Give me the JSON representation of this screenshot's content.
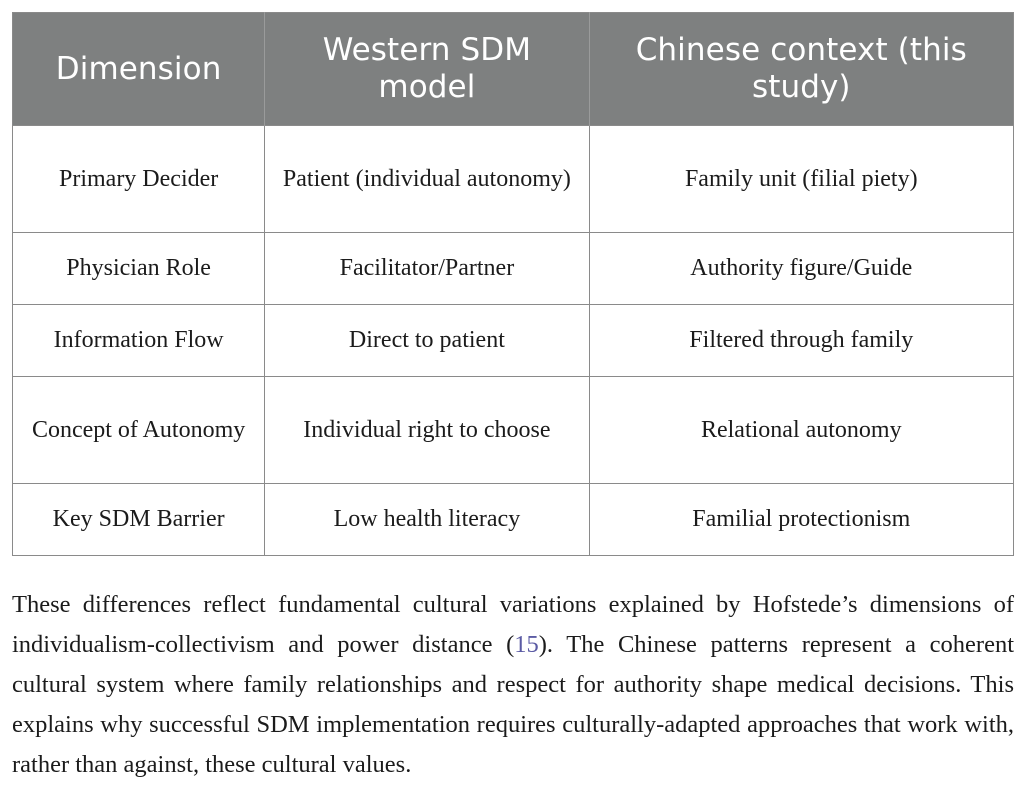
{
  "table": {
    "name": "western-vs-chinese-sdm-comparison",
    "columns": [
      {
        "key": "dimension",
        "label": "Dimension"
      },
      {
        "key": "western",
        "label": "Western SDM model"
      },
      {
        "key": "chinese",
        "label": "Chinese context (this study)"
      }
    ],
    "header_bg": "#7e8080",
    "header_fg": "#ffffff",
    "border_color": "#8a8a8a",
    "rows": [
      {
        "dimension": "Primary Decider",
        "western": "Patient (individual autonomy)",
        "chinese": "Family unit (filial piety)"
      },
      {
        "dimension": "Physician Role",
        "western": "Facilitator/Partner",
        "chinese": "Authority figure/Guide"
      },
      {
        "dimension": "Information Flow",
        "western": "Direct to patient",
        "chinese": "Filtered through family"
      },
      {
        "dimension": "Concept of Autonomy",
        "western": "Individual right to choose",
        "chinese": "Relational autonomy"
      },
      {
        "dimension": "Key SDM Barrier",
        "western": "Low health literacy",
        "chinese": "Familial protectionism"
      }
    ]
  },
  "paragraph": {
    "part1": "These differences reflect fundamental cultural variations explained by Hofstede’s dimensions of individualism-collectivism and power distance (",
    "citation": "15",
    "part2": "). The Chinese patterns represent a coherent cultural system where family relationships and respect for authority shape medical decisions. This explains why successful SDM implementation requires culturally-adapted approaches that work with, rather than against, these cultural values.",
    "citation_color": "#5b5ba4"
  }
}
